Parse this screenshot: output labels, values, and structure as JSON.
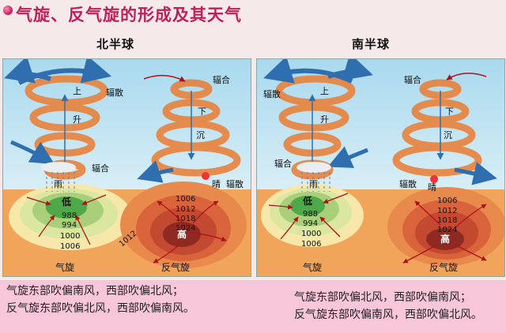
{
  "title": "气旋、反气旋的形成及其天气",
  "north": {
    "heading": "北半球",
    "labels": {
      "up": "上",
      "rise": "升",
      "diverge_top": "辐散",
      "converge_bottom": "辐合",
      "rain": "雨",
      "converge_top": "辐合",
      "down": "下",
      "sink": "沉",
      "diverge_bottom": "辐散",
      "sunny": "晴",
      "low": "低",
      "high": "高"
    },
    "isobars_low": [
      "988",
      "994",
      "1000",
      "1006"
    ],
    "isobars_high": [
      "1006",
      "1012",
      "1018",
      "1024"
    ],
    "isobar_slant": "1012",
    "cyclone": "气旋",
    "anticyclone": "反气旋",
    "caption": [
      "气旋东部吹偏南风，西部吹偏北风；",
      "反气旋东部吹偏北风，西部吹偏南风。"
    ]
  },
  "south": {
    "heading": "南半球",
    "labels": {
      "up": "上",
      "rise": "升",
      "diverge_top": "辐散",
      "converge_bottom": "辐合",
      "rain": "雨",
      "converge_top": "辐合",
      "down": "下",
      "sink": "沉",
      "diverge_bottom": "辐散",
      "sunny": "晴",
      "low": "低",
      "high": "高"
    },
    "isobars_low": [
      "988",
      "994",
      "1000",
      "1006"
    ],
    "isobars_high": [
      "1006",
      "1012",
      "1018",
      "1024"
    ],
    "cyclone": "气旋",
    "anticyclone": "反气旋",
    "caption": [
      "气旋东部吹偏北风，西部吹偏南风；",
      "反气旋东部吹偏南风，西部吹偏北风。"
    ]
  },
  "colors": {
    "sky": "#bfe3f2",
    "ground_outer": "#f0a55a",
    "low_core": "#4fa84a",
    "high_core": "#b53a2a",
    "spiral": "#e8823c",
    "arrow_blue": "#2f6fb0",
    "wind_arrow": "#b0101a",
    "title": "#c0205a"
  }
}
